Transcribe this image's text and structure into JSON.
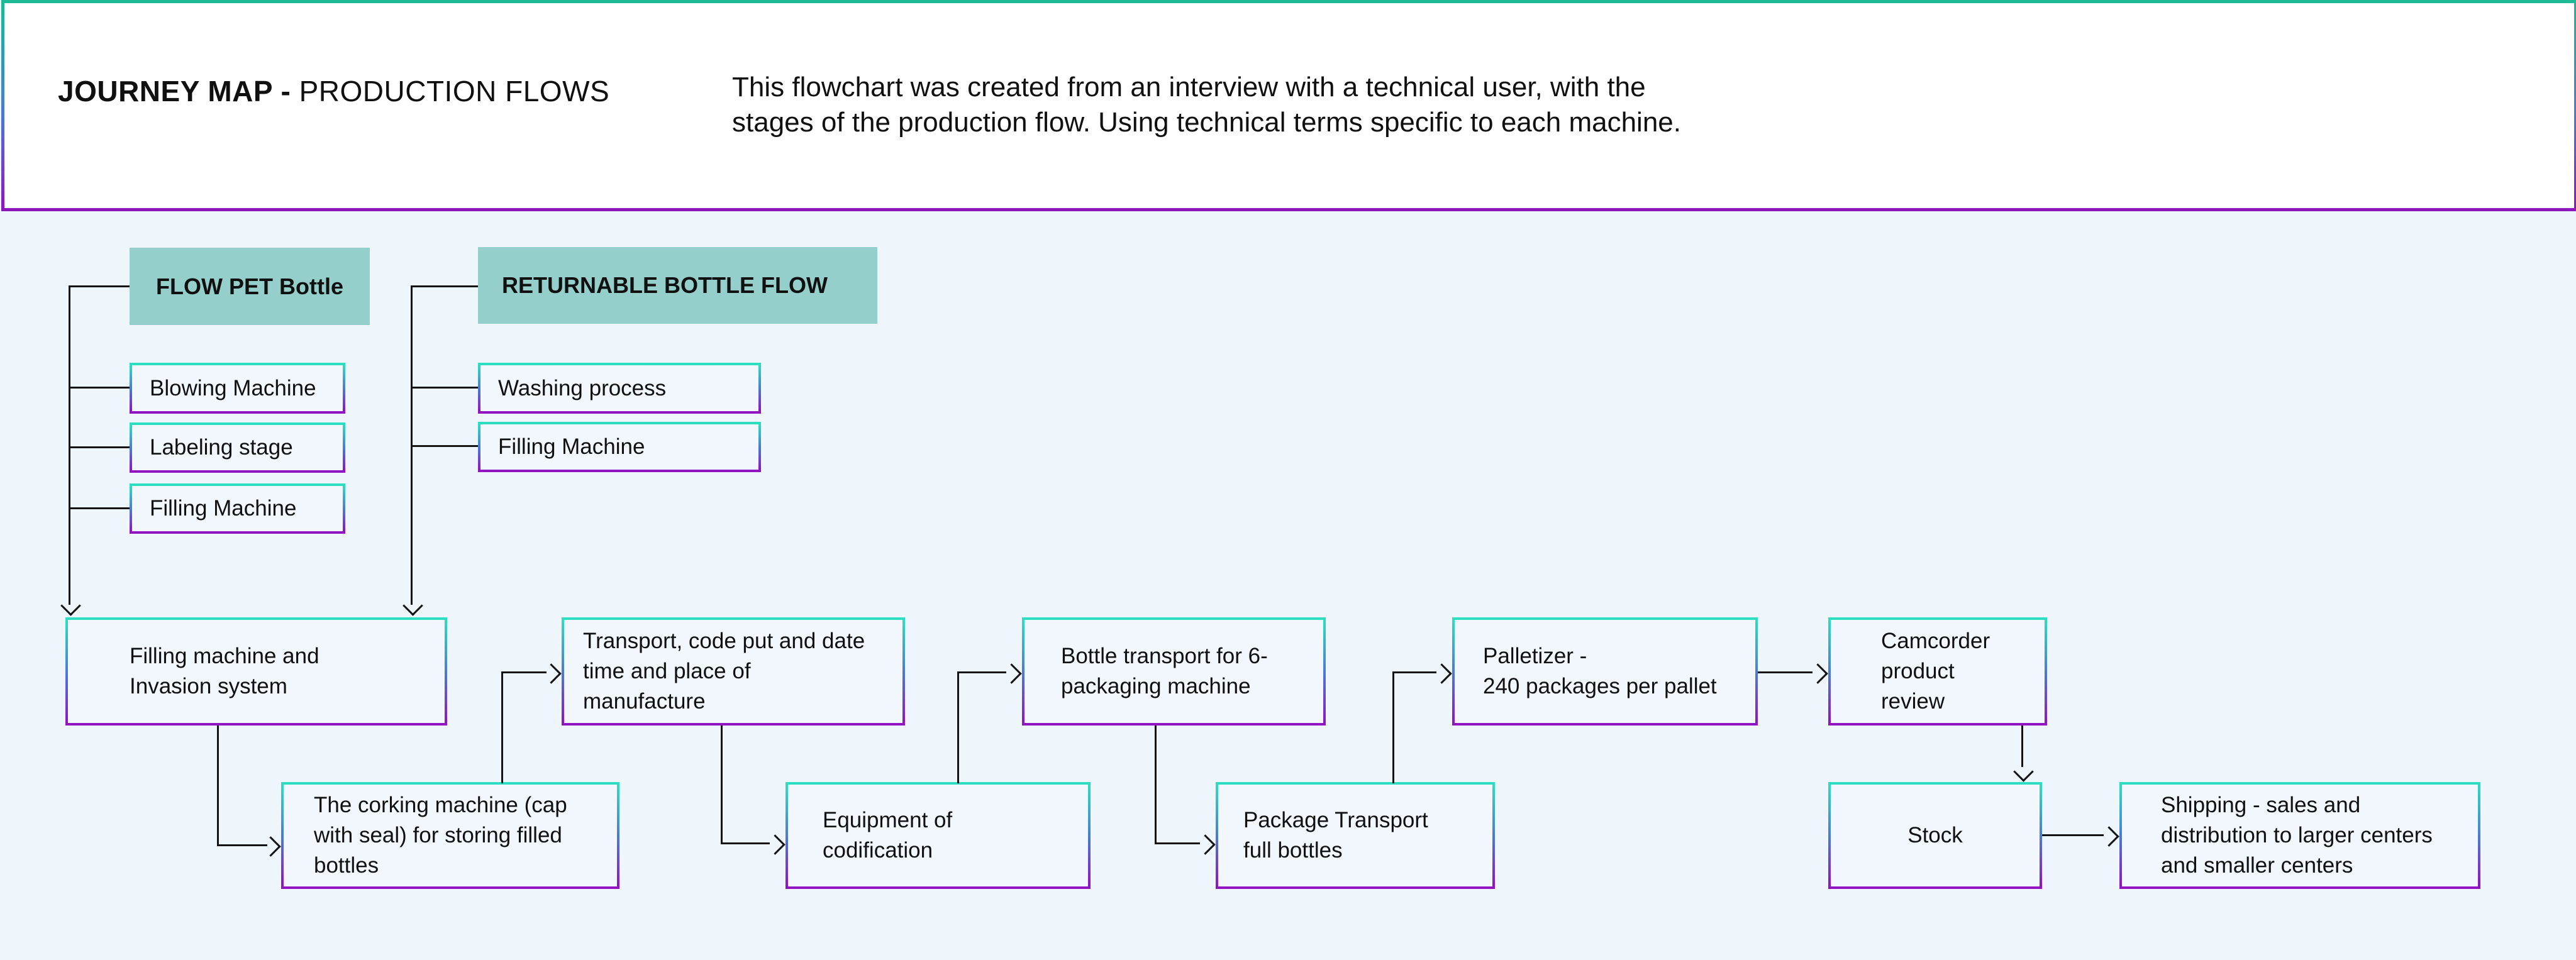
{
  "header": {
    "title_bold": "JOURNEY MAP - ",
    "title_regular": "PRODUCTION FLOWS",
    "description": "This flowchart was created from an interview with a technical user, with the\nstages of the production flow. Using technical terms specific to each machine."
  },
  "flows": {
    "pet": {
      "title": "FLOW PET Bottle",
      "steps": [
        "Blowing Machine",
        "Labeling stage",
        "Filling Machine"
      ]
    },
    "returnable": {
      "title": "RETURNABLE BOTTLE FLOW",
      "steps": [
        "Washing process",
        "Filling Machine"
      ]
    }
  },
  "process": {
    "filling_invasion": "Filling machine and\nInvasion system",
    "corking": "The corking machine (cap\nwith seal) for storing filled\nbottles",
    "transport_code": "Transport, code put and date\ntime and place of\nmanufacture",
    "codification": "Equipment of\ncodification",
    "bottle_transport": "Bottle transport for 6-\npackaging machine",
    "package_transport": "Package Transport\nfull bottles",
    "palletizer": "Palletizer -\n240 packages per pallet",
    "camcorder": "Camcorder\nproduct\nreview",
    "stock": "Stock",
    "shipping": "Shipping - sales and\ndistribution to larger centers\nand smaller centers"
  },
  "colors": {
    "background": "#eef5fb",
    "header_background": "#ffffff",
    "accent_teal_fill": "#95cfcc",
    "border_gradient_top": "#2bdfc1",
    "border_gradient_mid": "#4b79d1",
    "border_gradient_bottom": "#9113c1",
    "header_border_top": "#1db894",
    "header_border_bottom": "#8c16b9",
    "connector": "#141414",
    "text": "#101010"
  }
}
